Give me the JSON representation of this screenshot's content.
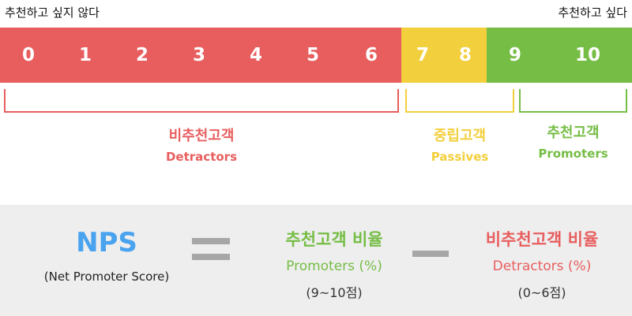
{
  "scale": {
    "left_label": "추천하고 싶지 않다",
    "right_label": "추천하고 싶다",
    "cells": [
      {
        "value": "0",
        "group": "detractor"
      },
      {
        "value": "1",
        "group": "detractor"
      },
      {
        "value": "2",
        "group": "detractor"
      },
      {
        "value": "3",
        "group": "detractor"
      },
      {
        "value": "4",
        "group": "detractor"
      },
      {
        "value": "5",
        "group": "detractor"
      },
      {
        "value": "6",
        "group": "detractor"
      },
      {
        "value": "7",
        "group": "passive"
      },
      {
        "value": "8",
        "group": "passive"
      },
      {
        "value": "9",
        "group": "promoter"
      },
      {
        "value": "10",
        "group": "promoter"
      }
    ]
  },
  "groups": {
    "detractors": {
      "ko": "비추천고객",
      "en": "Detractors",
      "color": "#e85e5e"
    },
    "passives": {
      "ko": "중립고객",
      "en": "Passives",
      "color": "#f2cf3c"
    },
    "promoters": {
      "ko": "추천고객",
      "en": "Promoters",
      "color": "#76bd45"
    }
  },
  "formula": {
    "nps": {
      "title": "NPS",
      "subtitle": "(Net Promoter Score)",
      "color": "#4aa3ee"
    },
    "promoter_term": {
      "ko": "추천고객 비율",
      "en": "Promoters (%)",
      "range": "(9~10점)"
    },
    "detractor_term": {
      "ko": "비추천고객 비율",
      "en": "Detractors (%)",
      "range": "(0~6점)"
    },
    "operator_color": "#a6a6a6"
  }
}
